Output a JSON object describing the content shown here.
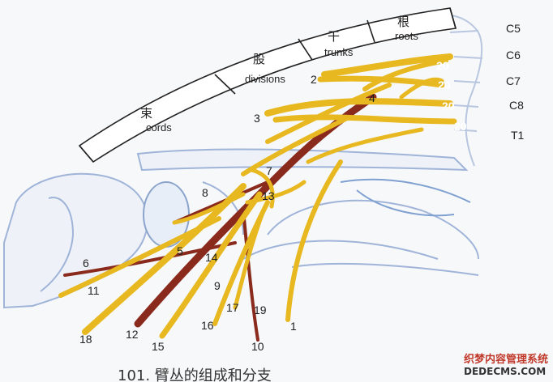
{
  "figure": {
    "bands": {
      "roots_cn": "根",
      "roots_en": "roots",
      "trunks_cn": "干",
      "trunks_en": "trunks",
      "divisions_cn": "股",
      "divisions_en": "divisions",
      "cords_cn": "束",
      "cords_en": "cords"
    },
    "root_labels": [
      "C5",
      "C6",
      "C7",
      "C8",
      "T1"
    ],
    "root_marker": "20",
    "numbers": [
      "1",
      "2",
      "3",
      "4",
      "5",
      "6",
      "7",
      "8",
      "9",
      "10",
      "11",
      "12",
      "13",
      "14",
      "15",
      "16",
      "17",
      "18",
      "19"
    ],
    "caption": "101. 臂丛的组成和分支",
    "watermark_cn": "织梦内容管理系统",
    "watermark_en": "DEDECMS.COM",
    "colors": {
      "nerve": "#e8b820",
      "artery": "#8a2a1c",
      "bone": "#9fb4d8",
      "band": "#ffffff"
    }
  }
}
